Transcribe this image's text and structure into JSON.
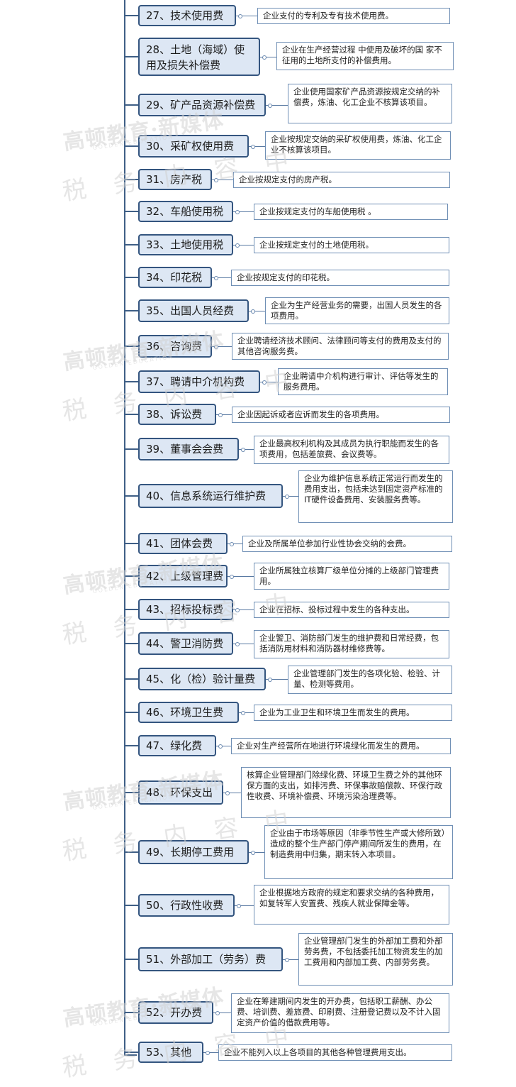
{
  "items": [
    {
      "label": "27、技术使用费",
      "desc": "企业支付的专利及专有技术使用费。"
    },
    {
      "label": "28、土地（海域）使用及损失补偿费",
      "desc": "企业在生产经营过程 中使用及破坏的国 家不征用的土地所支付的补偿费用。"
    },
    {
      "label": "29、矿产品资源补偿费",
      "desc": "企业使用国家矿产品资源按规定交纳的补偿费，炼油、化工企业不核算该项目。"
    },
    {
      "label": "30、采矿权使用费",
      "desc": "企业按规定交纳的采矿权使用费，炼油、化工企业不核算该项目。"
    },
    {
      "label": "31、房产税",
      "desc": "企业按规定支付的房产税。"
    },
    {
      "label": "32、车船使用税",
      "desc": "企业按规定支付的车船使用税 。"
    },
    {
      "label": "33、土地使用税",
      "desc": "企业按规定支付的土地使用税。"
    },
    {
      "label": "34、印花税",
      "desc": "企业按规定支付的印花税。"
    },
    {
      "label": "35、出国人员经费",
      "desc": "企业为生产经营业务的需要，出国人员发生的各项费用。"
    },
    {
      "label": "36、咨询费",
      "desc": "企业聘请经济技术顾问、法律顾问等支付的费用及支付的其他咨询服务费。"
    },
    {
      "label": "37、聘请中介机构费",
      "desc": "企业聘请中介机构进行审计、评估等发生的服务费用。"
    },
    {
      "label": "38、诉讼费",
      "desc": "企业因起诉或者应诉而发生的各项费用。"
    },
    {
      "label": "39、董事会会费",
      "desc": "企业最高权利机构及其成员为执行职能而发生的各项费用，包括差旅费、会议费等。"
    },
    {
      "label": "40、信息系统运行维护费",
      "desc": "企业为维护信息系统正常运行而发生的费用支出，包括未达到固定资产标准的IT硬件设备费用、安装服务费等。"
    },
    {
      "label": "41、团体会费",
      "desc": "企业及所属单位参加行业性协会交纳的会费。"
    },
    {
      "label": "42、上级管理费",
      "desc": "企业所属独立核算厂级单位分摊的上级部门管理费用。"
    },
    {
      "label": "43、招标投标费",
      "desc": "企业在招标、投标过程中发生的各种支出。"
    },
    {
      "label": "44、警卫消防费",
      "desc": "企业警卫、消防部门发生的维护费和日常经费，包括消防用材料和消防器材维修费等。"
    },
    {
      "label": "45、化（检）验计量费",
      "desc": "企业管理部门发生的各项化验、检验、计量、检测等费用。"
    },
    {
      "label": "46、环境卫生费",
      "desc": "企业为工业卫生和环境卫生而发生的费用。"
    },
    {
      "label": "47、绿化费",
      "desc": "企业对生产经营所在地进行环境绿化而发生的费用。"
    },
    {
      "label": "48、环保支出",
      "desc": "核算企业管理部门除绿化费、环境卫生费之外的其他环保方面的支出，如排污费、环保事故赔偿款、环保行政性收费、环境补偿费、环境污染治理费等。"
    },
    {
      "label": "49、长期停工费用",
      "desc": "企业由于市场等原因（非季节性生产或大修所致）造成的整个生产部门停产期间所发生的费用，在制造费用中归集，期末转入本项目。"
    },
    {
      "label": "50、行政性收费",
      "desc": "企业根据地方政府的规定和要求交纳的各种费用，如复转军人安置费、残疾人就业保障金等。"
    },
    {
      "label": "51、外部加工（劳务）费",
      "desc": "企业管理部门发生的外部加工费和外部劳务费，不包括委托加工物资发生的加工费用和内部加工费、内部劳务费。"
    },
    {
      "label": "52、开办费",
      "desc": "企业在筹建期间内发生的开办费，包括职工薪酬、办公费、培训费、差旅费、印刷费、注册登记费以及不计入固定资产价值的借款费用等。"
    },
    {
      "label": "53、其他",
      "desc": "企业不能列入以上各项目的其他各种管理费用支出。"
    }
  ],
  "watermark": {
    "brand": "高顿教育·新媒体",
    "brand_en": "GOLDEN EDUCATION",
    "tag": "税务内容中"
  }
}
